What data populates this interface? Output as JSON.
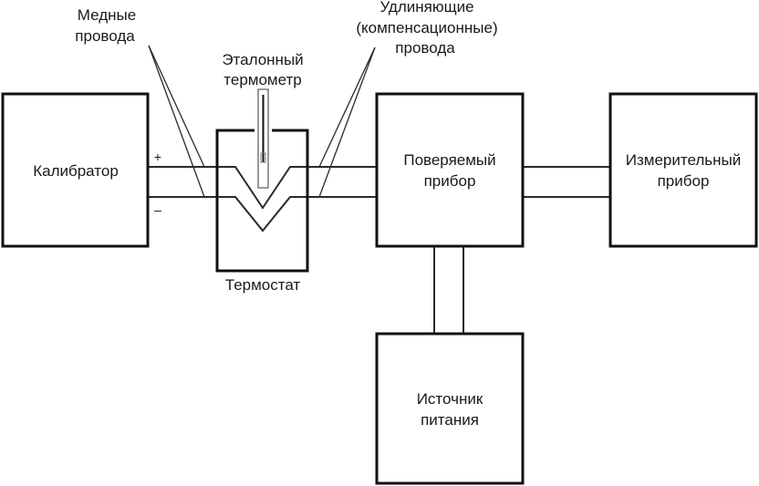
{
  "diagram": {
    "title": "",
    "blocks": {
      "calibrator": {
        "line1": "Калибратор",
        "line2": ""
      },
      "thermostat": {
        "label": "Термостат"
      },
      "device_under_test": {
        "line1": "Поверяемый",
        "line2": "прибор"
      },
      "measuring_device": {
        "line1": "Измерительный",
        "line2": "прибор"
      },
      "power_supply": {
        "line1": "Источник",
        "line2": "питания"
      }
    },
    "annotations": {
      "copper_wires": {
        "line1": "Медные",
        "line2": "провода"
      },
      "reference_thermometer": {
        "line1": "Эталонный",
        "line2": "термометр"
      },
      "extension_wires": {
        "line1": "Удлиняющие",
        "line2": "(компенсационные)",
        "line3": "провода"
      }
    },
    "polarity": {
      "plus": "+",
      "minus": "–"
    },
    "colors": {
      "line": "#111111",
      "background": "#ffffff",
      "text": "#1a1a1a"
    }
  }
}
